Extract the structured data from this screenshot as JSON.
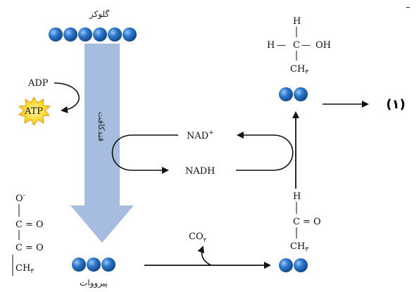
{
  "glucose_label": "گلوکز",
  "glycolysis_label": "قندکافت",
  "pyruvate_label": "پیرووات",
  "adp": "ADP",
  "atp": "ATP",
  "nad_plus": "NAD",
  "nad_plus_sup": "+",
  "nadh": "NADH",
  "co2": "CO",
  "co2_sub": "۲",
  "label_one": "(۱)",
  "top_right_mark": "–",
  "ethanol": {
    "h": "H",
    "h_left": "H",
    "bond_h_left": "—",
    "c": "C",
    "bond_oh": "—",
    "oh": "OH",
    "ch": "CH",
    "ch_sub": "۳"
  },
  "acetaldehyde": {
    "h": "H",
    "c": "C",
    "bond_o": "=",
    "o": "O",
    "ch": "CH",
    "ch_sub": "۳"
  },
  "pyruvate": {
    "o_minus": "O",
    "o_minus_sup": "-",
    "c1": "C",
    "eq1": "=",
    "o1": "O",
    "c2": "C",
    "eq2": "=",
    "o2": "O",
    "ch": "CH",
    "ch_sub": "۳"
  },
  "colors": {
    "ball": "#1f66b8",
    "ball_highlight": "#7fb3ea",
    "big_arrow": "#a7bde0",
    "starburst": "#f5b400"
  }
}
